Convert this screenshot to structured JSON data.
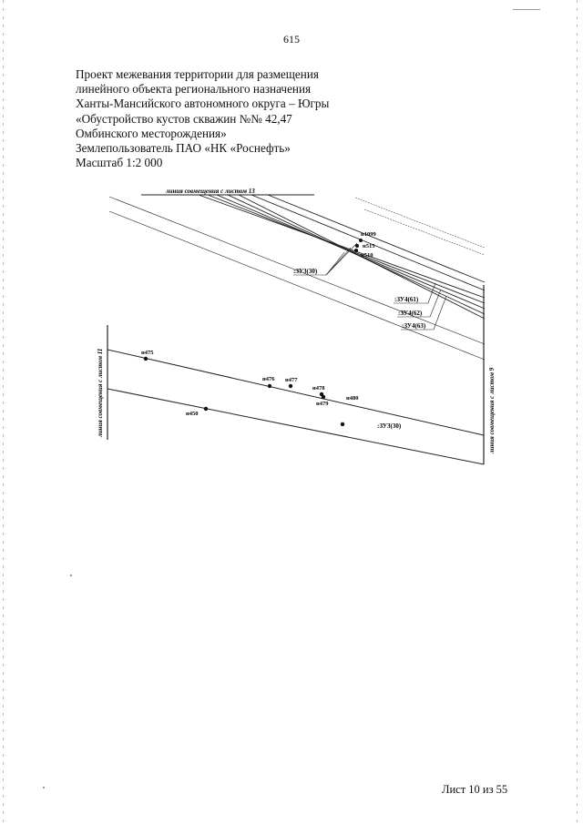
{
  "page_number": "615",
  "title_lines": [
    "Проект межевания территории для размещения",
    "линейного объекта регионального назначения",
    "Ханты-Мансийского автономного округа – Югры",
    "«Обустройство кустов скважин №№ 42,47",
    "Омбинского месторождения»",
    "Землепользователь ПАО «НК «Роснефть»",
    "Масштаб 1:2 000"
  ],
  "drawing": {
    "match_line_top": "линия совмещения с листом 13",
    "match_line_left": "линия совмещения с листом 11",
    "match_line_right": "линия совмещения с листом 9",
    "points": {
      "n1099": "н1099",
      "n515": "н515",
      "n510": "н510",
      "n475": "н475",
      "n476": "н476",
      "n477": "н477",
      "n478": "н478",
      "n479": "н479",
      "n480": "н480",
      "n450": "н450"
    },
    "parcels": {
      "zu3_upper": ":ЗУ3(30)",
      "zu3_lower": ":ЗУ3(30)",
      "zu4_61": ":ЗУ4(61)",
      "zu4_62": ":ЗУ4(62)",
      "zu4_63": ":ЗУ4(63)"
    }
  },
  "footer": "Лист 10 из 55"
}
